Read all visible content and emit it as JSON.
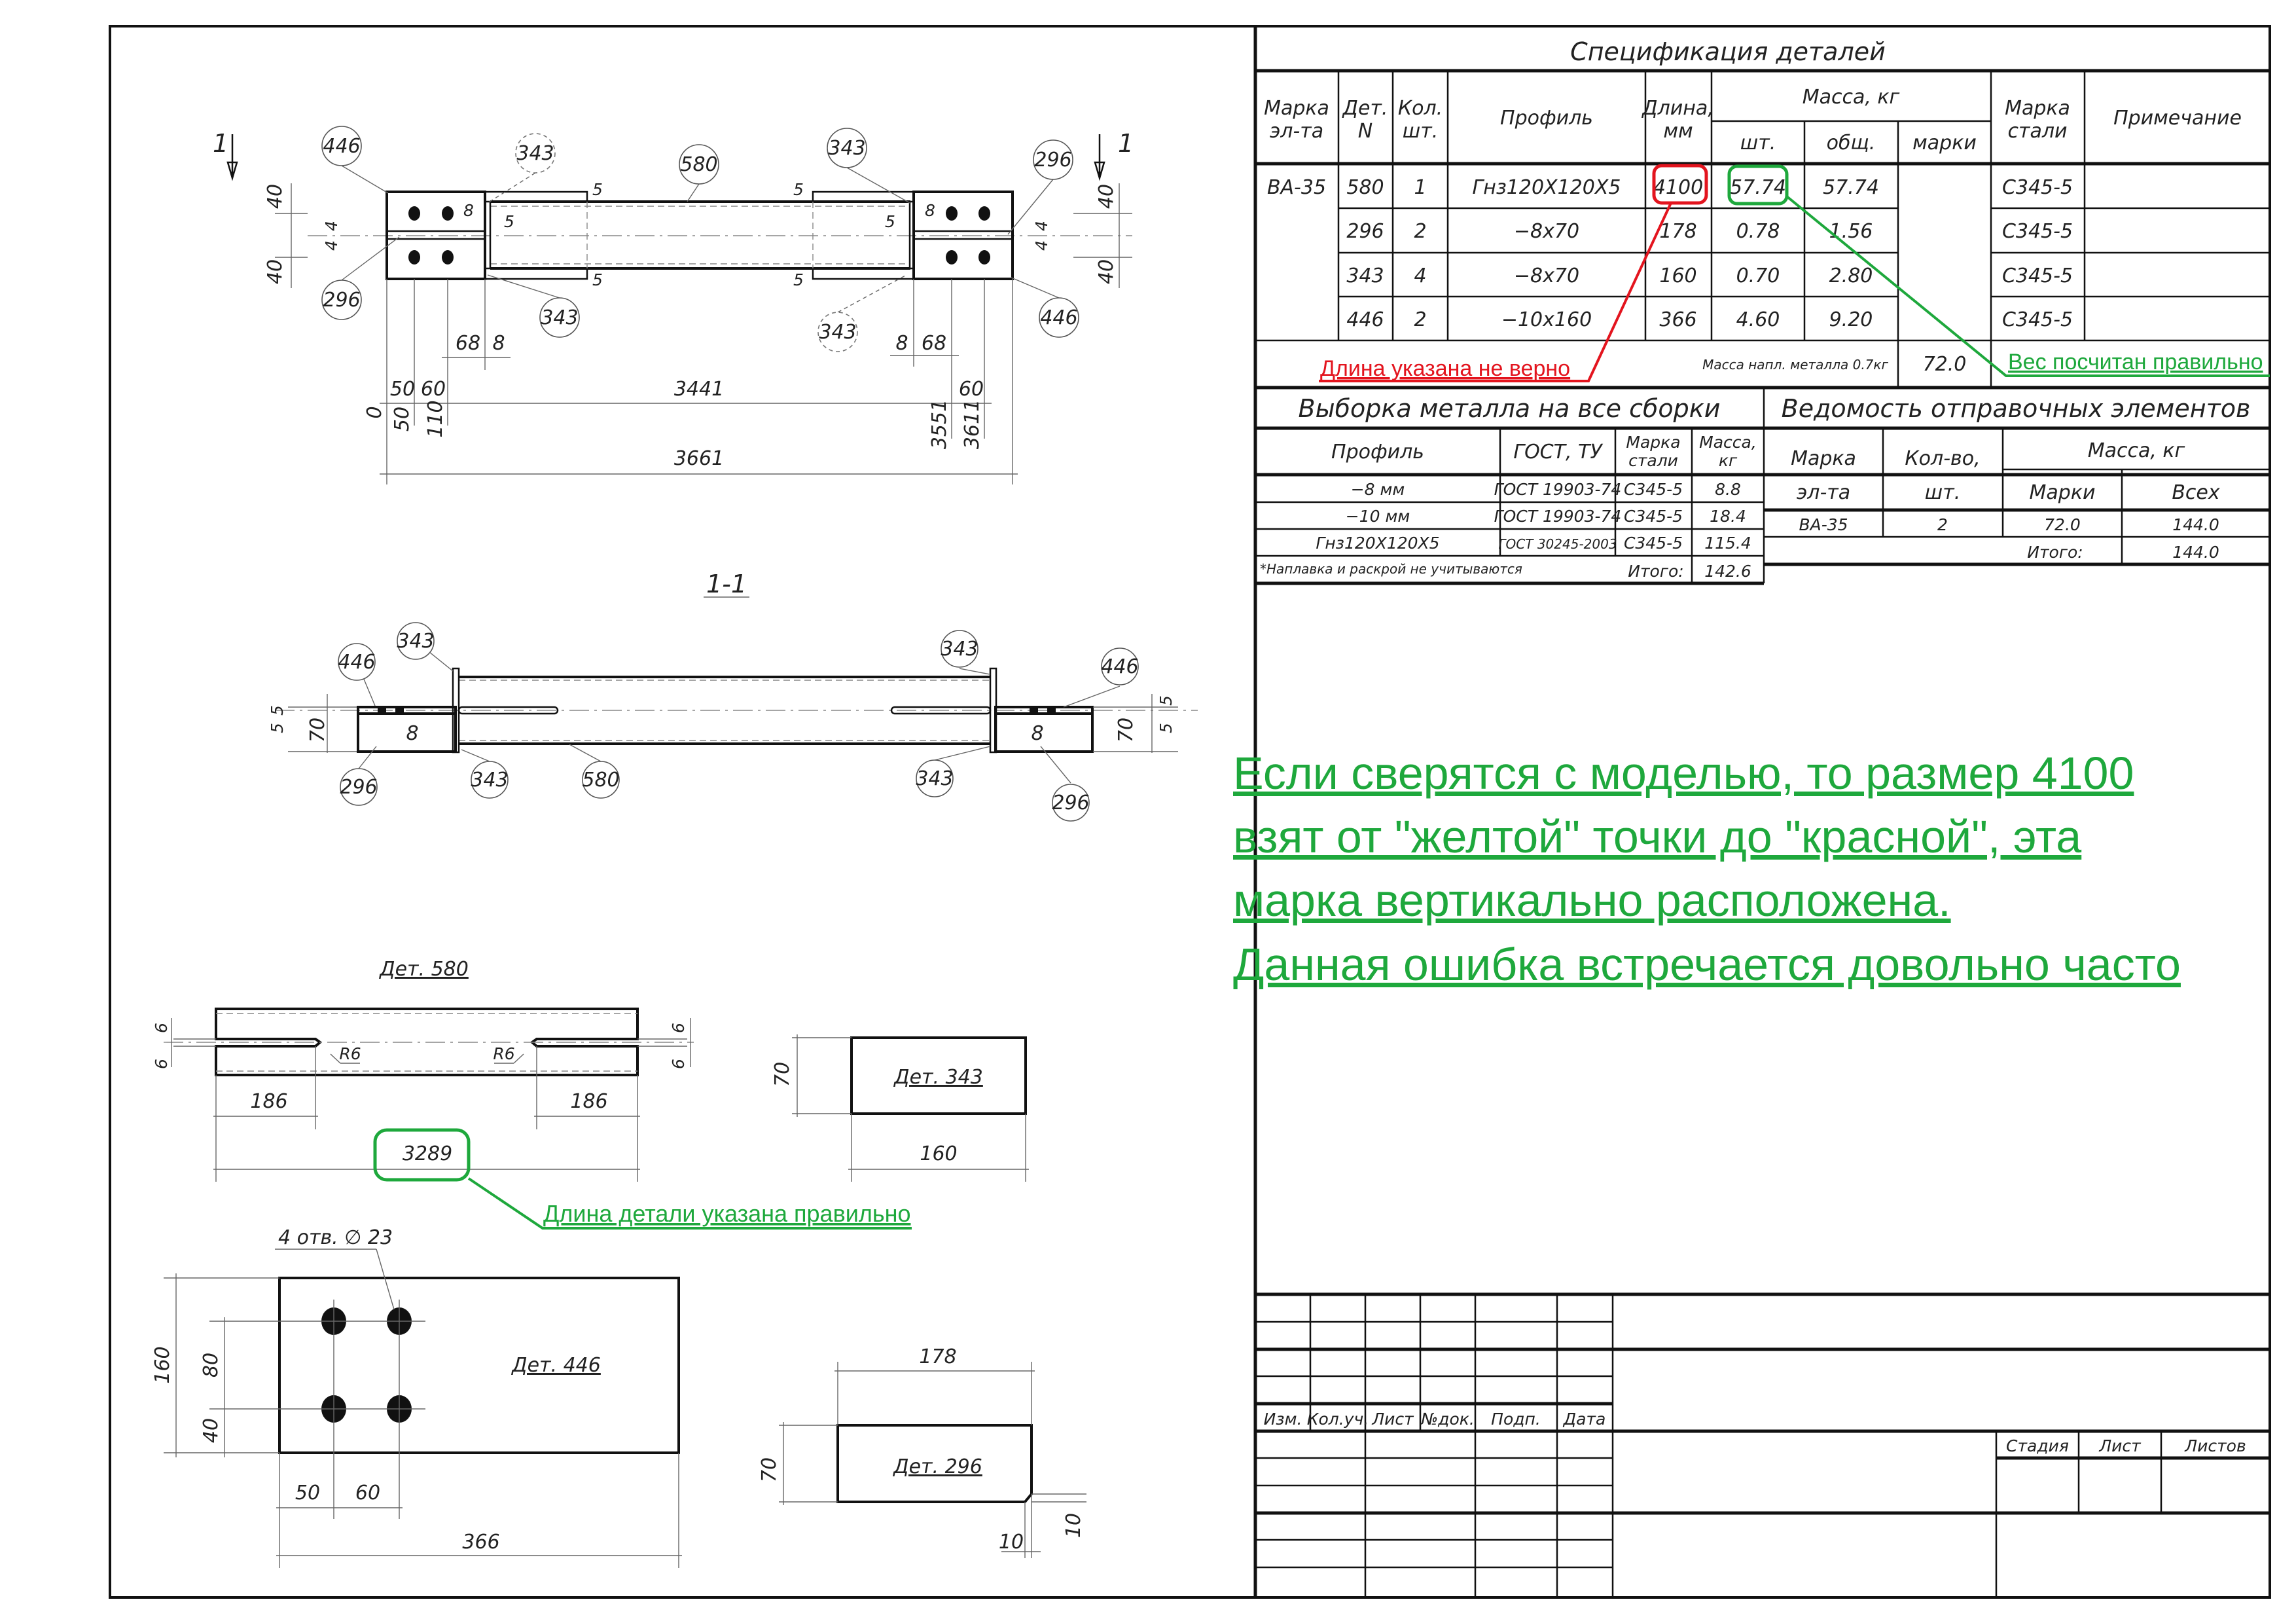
{
  "spec": {
    "title": "Спецификация деталей",
    "headers": {
      "mark_1": "Марка",
      "mark_2": "эл-та",
      "det_1": "Дет.",
      "det_2": "N",
      "qty_1": "Кол.",
      "qty_2": "шт.",
      "profile": "Профиль",
      "length_1": "Длина,",
      "length_2": "мм",
      "mass": "Масса, кг",
      "mass_pc": "шт.",
      "mass_total": "общ.",
      "mass_mark": "марки",
      "steel_1": "Марка",
      "steel_2": "стали",
      "note": "Примечание"
    },
    "element_mark": "ВА-35",
    "rows": [
      {
        "det": "580",
        "qty": "1",
        "profile": "Гнз120Х120Х5",
        "length": "4100",
        "mass_pc": "57.74",
        "mass_total": "57.74",
        "steel": "С345-5"
      },
      {
        "det": "296",
        "qty": "2",
        "profile": "−8х70",
        "length": "178",
        "mass_pc": "0.78",
        "mass_total": "1.56",
        "steel": "С345-5"
      },
      {
        "det": "343",
        "qty": "4",
        "profile": "−8х70",
        "length": "160",
        "mass_pc": "0.70",
        "mass_total": "2.80",
        "steel": "С345-5"
      },
      {
        "det": "446",
        "qty": "2",
        "profile": "−10х160",
        "length": "366",
        "mass_pc": "4.60",
        "mass_total": "9.20",
        "steel": "С345-5"
      }
    ],
    "weld_note": "Масса напл. металла 0.7кг",
    "mark_mass": "72.0"
  },
  "selection": {
    "title": "Выборка металла на все сборки",
    "headers": {
      "profile": "Профиль",
      "gost": "ГОСТ, ТУ",
      "steel_1": "Марка",
      "steel_2": "стали",
      "mass_1": "Масса,",
      "mass_2": "кг"
    },
    "rows": [
      {
        "profile": "−8 мм",
        "gost": "ГОСТ 19903-74",
        "steel": "С345-5",
        "mass": "8.8"
      },
      {
        "profile": "−10 мм",
        "gost": "ГОСТ 19903-74",
        "steel": "С345-5",
        "mass": "18.4"
      },
      {
        "profile": "Гнз120Х120Х5",
        "gost": "ГОСТ 30245-2003",
        "steel": "С345-5",
        "mass": "115.4"
      }
    ],
    "note": "*Наплавка и раскрой не учитываются",
    "total_label": "Итого:",
    "total": "142.6"
  },
  "shipping": {
    "title": "Ведомость отправочных элементов",
    "headers": {
      "mark_1": "Марка",
      "mark_2": "эл-та",
      "qty_1": "Кол-во,",
      "qty_2": "шт.",
      "mass": "Масса, кг",
      "mass_mark": "Марки",
      "mass_all": "Всех"
    },
    "row": {
      "mark": "ВА-35",
      "qty": "2",
      "mass_mark": "72.0",
      "mass_all": "144.0"
    },
    "total_label": "Итого:",
    "total": "144.0"
  },
  "title_block": {
    "headers": [
      "Изм.",
      "Кол.уч.",
      "Лист",
      "№док.",
      "Подп.",
      "Дата"
    ],
    "stage_headers": [
      "Стадия",
      "Лист",
      "Листов"
    ]
  },
  "drawing": {
    "section_mark": "1",
    "section_title": "1-1",
    "positions": {
      "p446": "446",
      "p343": "343",
      "p580": "580",
      "p296": "296"
    },
    "dims_top": {
      "d40": "40",
      "d4": "4",
      "d8": "8",
      "d5": "5",
      "d68": "68",
      "d50": "50",
      "d60": "60",
      "d3441": "3441",
      "d3661": "3661",
      "o0": "0",
      "o50": "50",
      "o110": "110",
      "o3551": "3551",
      "o3611": "3611"
    },
    "dims_section": {
      "d5": "5",
      "d70": "70",
      "d8": "8"
    },
    "det580": {
      "title": "Дет. 580",
      "d6": "6",
      "r6": "R6",
      "d186": "186",
      "d3289": "3289"
    },
    "det343": {
      "title": "Дет. 343",
      "d70": "70",
      "d160": "160"
    },
    "det446": {
      "title": "Дет. 446",
      "holes": "4 отв. ∅ 23",
      "d160": "160",
      "d80": "80",
      "d40": "40",
      "d50": "50",
      "d60": "60",
      "d366": "366"
    },
    "det296": {
      "title": "Дет. 296",
      "d178": "178",
      "d70": "70",
      "d10": "10"
    }
  },
  "annotations": {
    "length_wrong": "Длина указана не верно",
    "weight_correct": "Вес посчитан правильно",
    "part_length_correct": "Длина детали указана правильно",
    "comment_lines": [
      "Если сверятся с моделью, то размер 4100",
      "взят от \"желтой\" точки до \"красной\", эта",
      "марка вертикально расположена.",
      "Данная ошибка встречается довольно часто"
    ],
    "colors": {
      "error": "#e3141e",
      "ok": "#1ea83c"
    }
  }
}
